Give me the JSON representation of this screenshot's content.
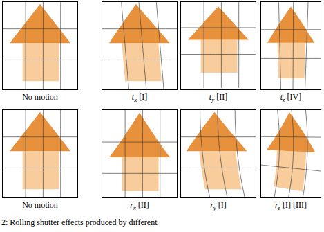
{
  "diagram": {
    "caption": "2: Rolling shutter effects produced by different",
    "nodes": [
      {
        "text": [
          "No motion"
        ]
      },
      {
        "text": [
          "tx [I]"
        ]
      },
      {
        "text": [
          "ty [II]"
        ]
      },
      {
        "text": [
          "tz [IV]"
        ]
      },
      {
        "text": [
          "No motion"
        ]
      },
      {
        "text": [
          "rx [II]"
        ]
      },
      {
        "text": [
          "ry [I]"
        ]
      },
      {
        "text": [
          "rz [I] [III]"
        ]
      }
    ]
  }
}
